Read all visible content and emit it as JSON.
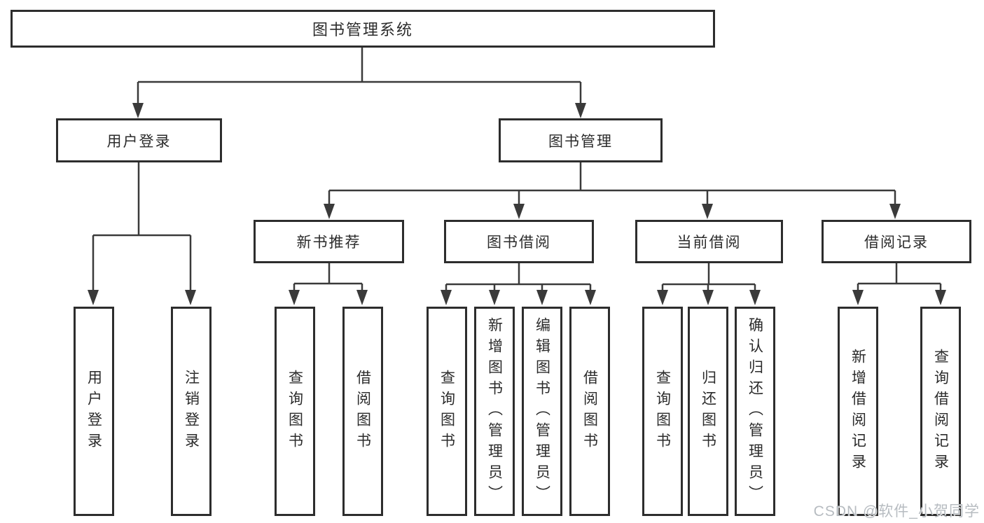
{
  "tree": {
    "root": {
      "label": "图书管理系统"
    },
    "branches": [
      {
        "label": "用户登录",
        "children": [
          {
            "label": "用户登录"
          },
          {
            "label": "注销登录"
          }
        ]
      },
      {
        "label": "图书管理",
        "children": [
          {
            "label": "新书推荐",
            "children": [
              {
                "label": "查询图书"
              },
              {
                "label": "借阅图书"
              }
            ]
          },
          {
            "label": "图书借阅",
            "children": [
              {
                "label": "查询图书"
              },
              {
                "label": "新增图书（管理员）"
              },
              {
                "label": "编辑图书（管理员）"
              },
              {
                "label": "借阅图书"
              }
            ]
          },
          {
            "label": "当前借阅",
            "children": [
              {
                "label": "查询图书"
              },
              {
                "label": "归还图书"
              },
              {
                "label": "确认归还（管理员）"
              }
            ]
          },
          {
            "label": "借阅记录",
            "children": [
              {
                "label": "新增借阅记录"
              },
              {
                "label": "查询借阅记录"
              }
            ]
          }
        ]
      }
    ]
  },
  "watermark": "CSDN @软件_小贺同学",
  "colors": {
    "line": "#3a3a3a",
    "border": "#2d2d2d",
    "text": "#2b2b2b",
    "watermark": "#b7bcc1",
    "background": "#ffffff"
  }
}
